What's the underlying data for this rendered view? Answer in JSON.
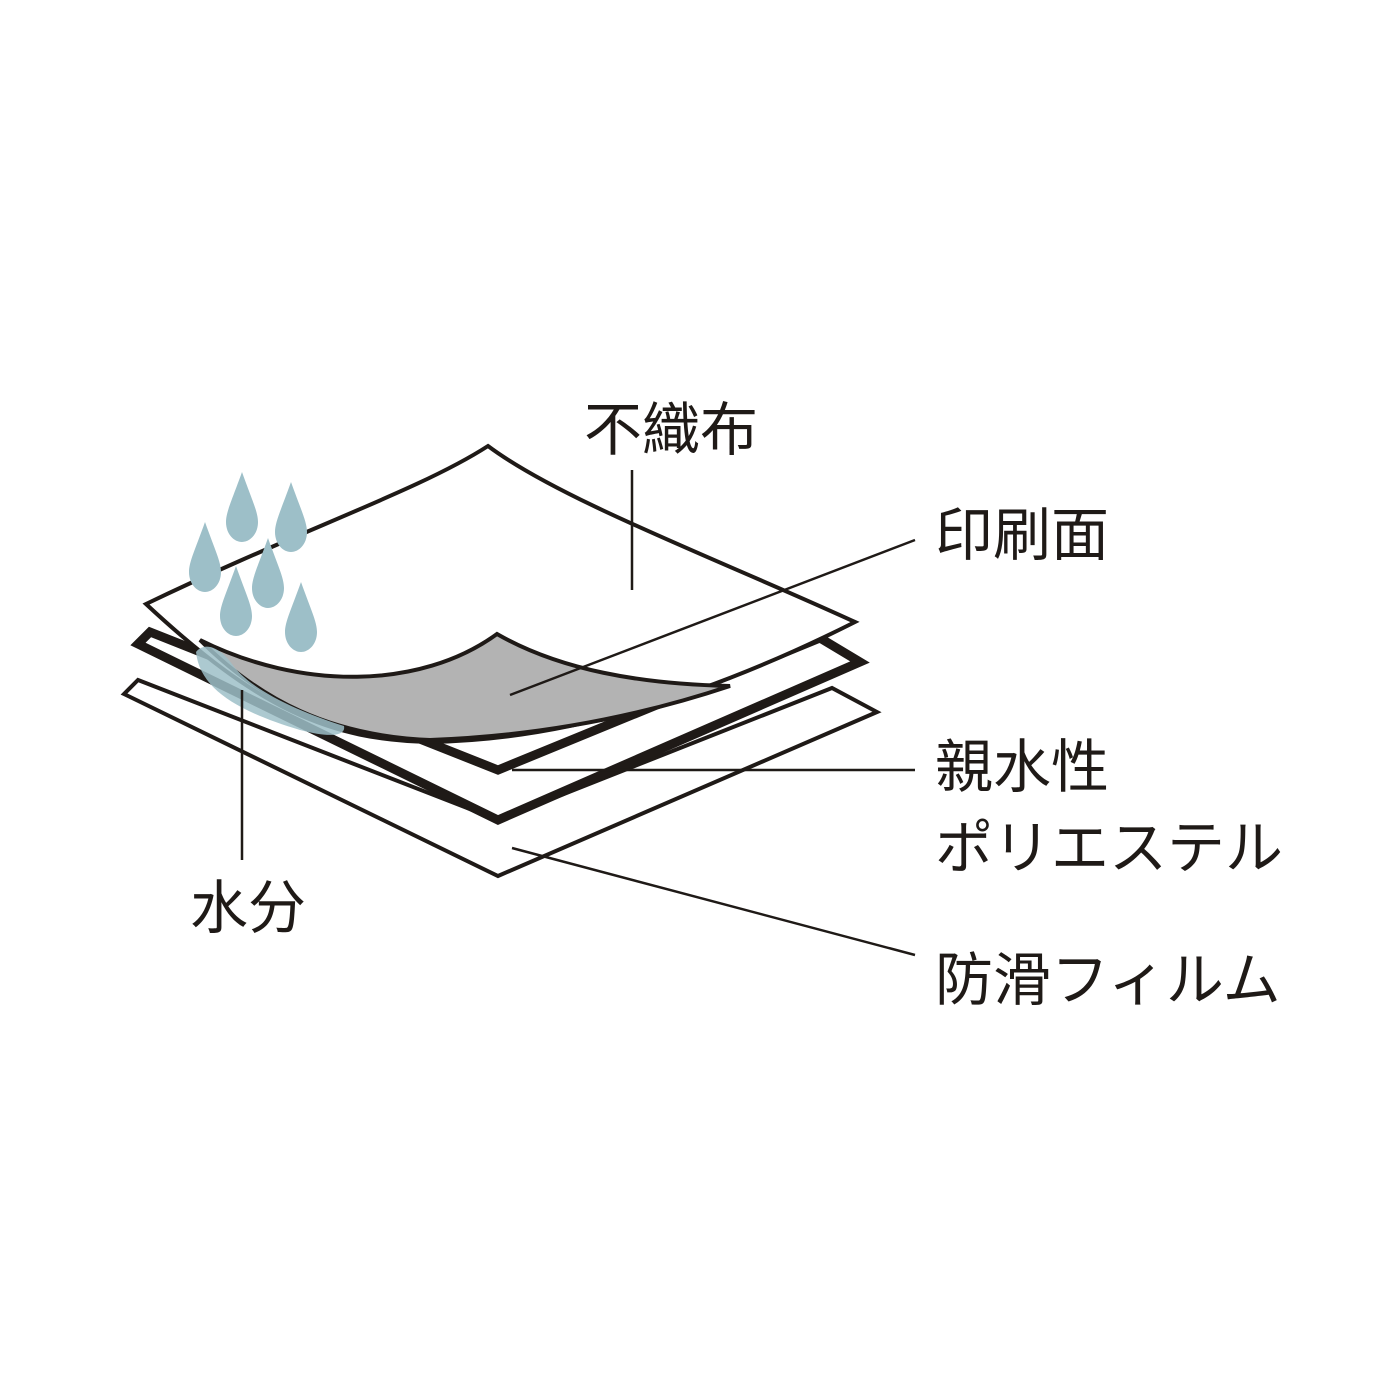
{
  "labels": {
    "nonwoven": "不織布",
    "printed_surface": "印刷面",
    "hydrophilic_line1": "親水性",
    "hydrophilic_line2": "ポリエステル",
    "antislip_film": "防滑フィルム",
    "moisture": "水分"
  },
  "colors": {
    "line": "#1f1a17",
    "print": "#b3b3b3",
    "water": "#9dbfc8",
    "sheet": "#ffffff"
  },
  "icons": {
    "droplet": "water-drop-icon"
  }
}
